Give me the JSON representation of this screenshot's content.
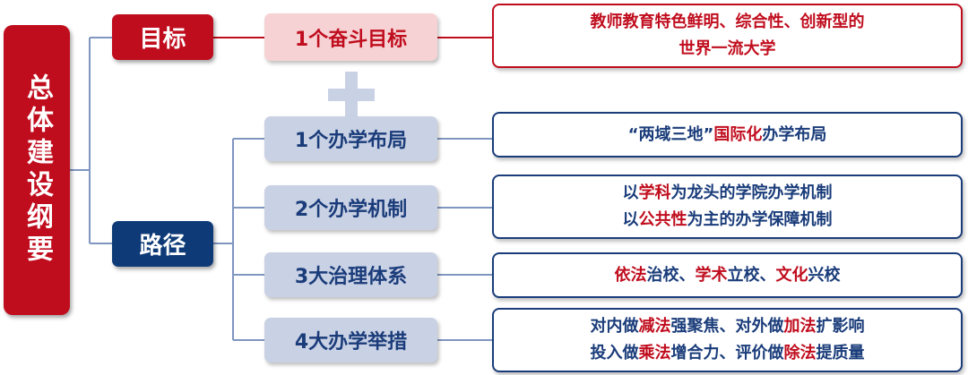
{
  "root": {
    "label": "总体建设纲要"
  },
  "goal": {
    "label": "目标",
    "item": "1个奋斗目标",
    "description": [
      "教师教育特色鲜明、综合性、创新型的",
      "世界一流大学"
    ]
  },
  "plus_icon": "plus-icon",
  "path": {
    "label": "路径",
    "items": [
      {
        "label": "1个办学布局",
        "lines": [
          [
            {
              "t": "“两域三地”",
              "hl": false
            },
            {
              "t": "国际化",
              "hl": true
            },
            {
              "t": "办学布局",
              "hl": false
            }
          ]
        ]
      },
      {
        "label": "2个办学机制",
        "lines": [
          [
            {
              "t": "以",
              "hl": false
            },
            {
              "t": "学科",
              "hl": true
            },
            {
              "t": "为龙头的学院办学机制",
              "hl": false
            }
          ],
          [
            {
              "t": "以",
              "hl": false
            },
            {
              "t": "公共性",
              "hl": true
            },
            {
              "t": "为主的办学保障机制",
              "hl": false
            }
          ]
        ]
      },
      {
        "label": "3大治理体系",
        "lines": [
          [
            {
              "t": "依法",
              "hl": true
            },
            {
              "t": "治校、",
              "hl": false
            },
            {
              "t": "学术",
              "hl": true
            },
            {
              "t": "立校、",
              "hl": false
            },
            {
              "t": "文化",
              "hl": true
            },
            {
              "t": "兴校",
              "hl": false
            }
          ]
        ]
      },
      {
        "label": "4大办学举措",
        "lines": [
          [
            {
              "t": "对内做",
              "hl": false
            },
            {
              "t": "减法",
              "hl": true
            },
            {
              "t": "强聚焦、对外做",
              "hl": false
            },
            {
              "t": "加法",
              "hl": true
            },
            {
              "t": "扩影响",
              "hl": false
            }
          ],
          [
            {
              "t": "投入做",
              "hl": false
            },
            {
              "t": "乘法",
              "hl": true
            },
            {
              "t": "增合力、评价做",
              "hl": false
            },
            {
              "t": "除法",
              "hl": true
            },
            {
              "t": "提质量",
              "hl": false
            }
          ]
        ]
      }
    ]
  },
  "colors": {
    "red": "#c00d1e",
    "navy": "#0e3b78",
    "text_blue": "#1a3c7a",
    "light_blue": "#c9d1e4",
    "pink": "#f6d2d4"
  }
}
